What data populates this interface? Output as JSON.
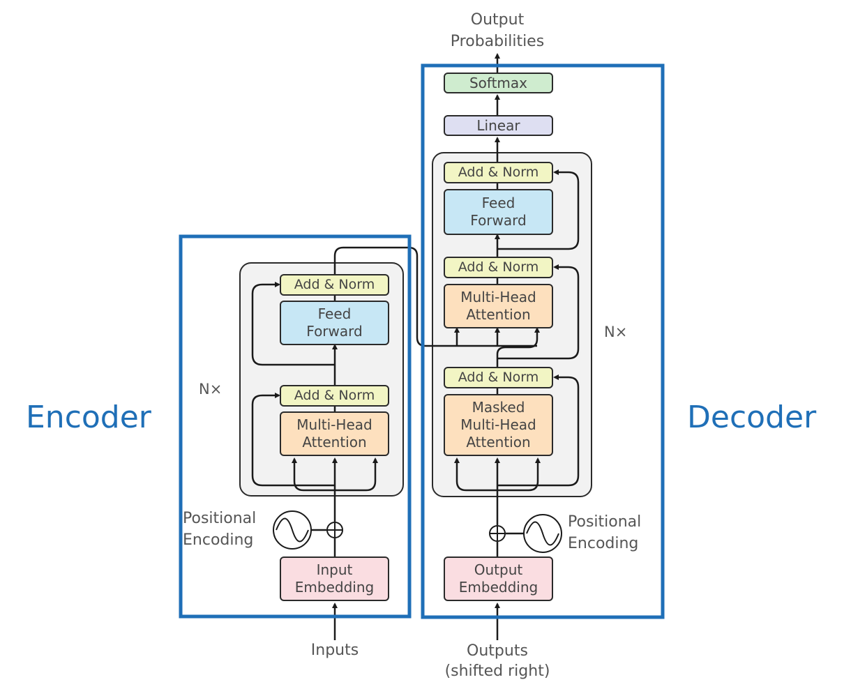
{
  "labels": {
    "encoder": "Encoder",
    "decoder": "Decoder",
    "output_probabilities": [
      "Output",
      "Probabilities"
    ],
    "inputs": "Inputs",
    "outputs": [
      "Outputs",
      "(shifted right)"
    ],
    "positional_encoding": [
      "Positional",
      "Encoding"
    ],
    "nx": "N×"
  },
  "blocks": {
    "softmax": "Softmax",
    "linear": "Linear",
    "add_norm": "Add & Norm",
    "feed_forward": [
      "Feed",
      "Forward"
    ],
    "multi_head_attention": [
      "Multi-Head",
      "Attention"
    ],
    "masked_multi_head_attention": [
      "Masked",
      "Multi-Head",
      "Attention"
    ],
    "input_embedding": [
      "Input",
      "Embedding"
    ],
    "output_embedding": [
      "Output",
      "Embedding"
    ]
  },
  "colors": {
    "accent_blue": "#1f6fb7",
    "add_norm": "#f2f5c4",
    "feed_forward": "#c7e7f5",
    "attention": "#fde0be",
    "embedding": "#fadde1",
    "linear": "#dedff2",
    "softmax": "#cfeccf",
    "stack_bg": "#f2f2f2"
  }
}
